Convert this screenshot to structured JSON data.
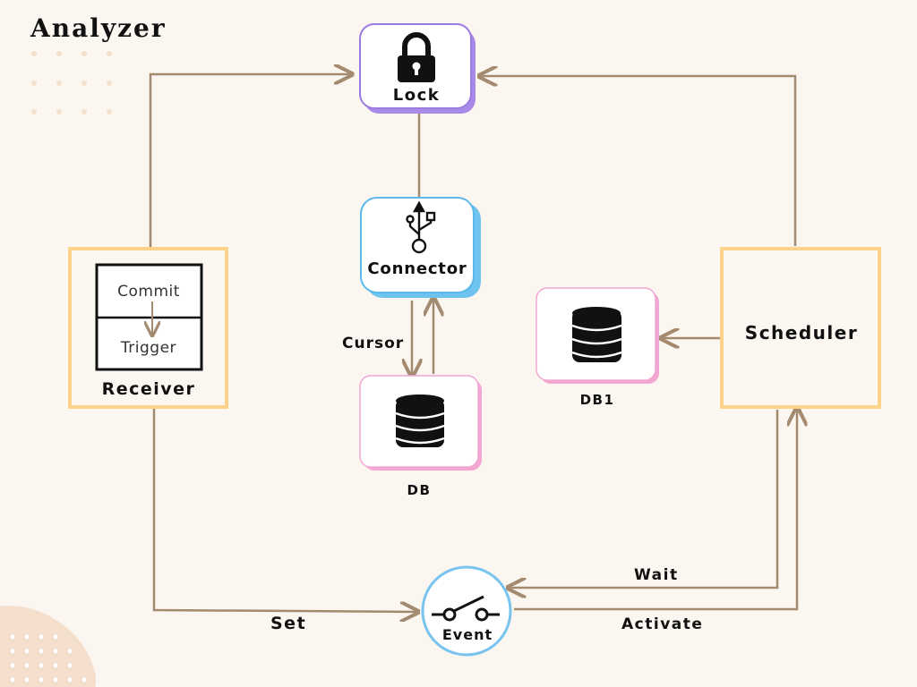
{
  "title": "Analyzer",
  "nodes": {
    "lock": "Lock",
    "connector": "Connector",
    "db": "DB",
    "db1": "DB1",
    "scheduler": "Scheduler",
    "receiver": "Receiver",
    "commit": "Commit",
    "trigger": "Trigger",
    "event": "Event"
  },
  "edges": {
    "cursor": "Cursor",
    "set": "Set",
    "wait": "Wait",
    "activate": "Activate"
  },
  "colors": {
    "arrow": "#a48a6f",
    "lock_border": "#9b7be0",
    "lock_shadow": "#a98ae8",
    "connector_border": "#5ab7ea",
    "connector_shadow": "#6fc3ef",
    "db_border": "#f2a7d3",
    "box_border": "#fdd28a",
    "event_border": "#79c4ef",
    "background": "#fbf6f0"
  }
}
